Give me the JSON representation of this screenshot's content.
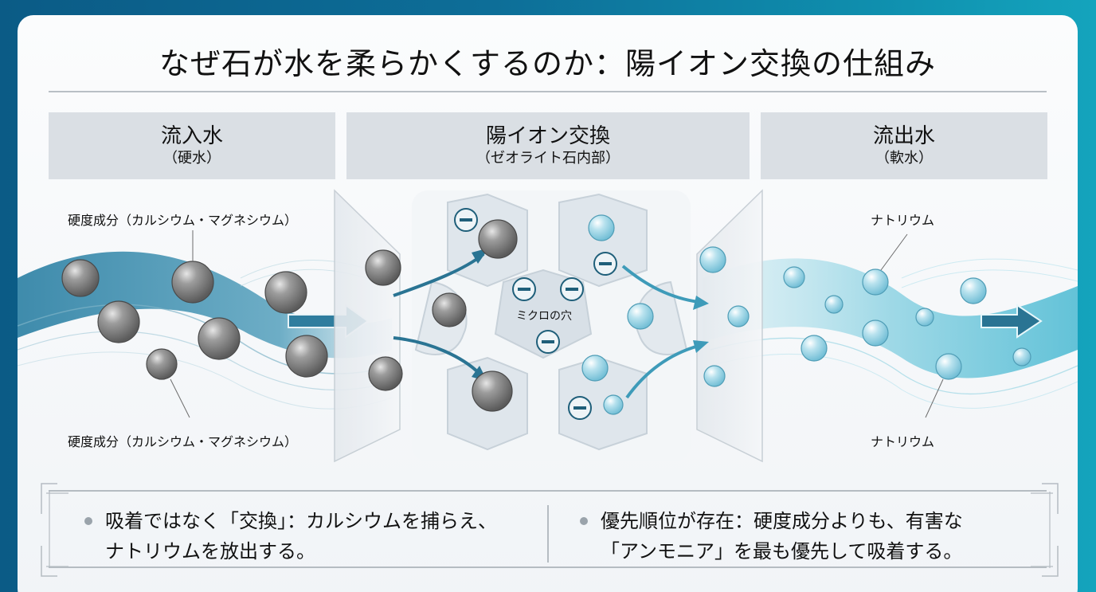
{
  "title": "なぜ石が水を柔らかくするのか：陽イオン交換の仕組み",
  "columns": [
    {
      "title": "流入水",
      "subtitle": "（硬水）"
    },
    {
      "title": "陽イオン交換",
      "subtitle": "（ゼオライト石内部）"
    },
    {
      "title": "流出水",
      "subtitle": "（軟水）"
    }
  ],
  "labels": {
    "hardness_top": "硬度成分（カルシウム・マグネシウム）",
    "hardness_bottom": "硬度成分（カルシウム・マグネシウム）",
    "pore": "ミクロの穴",
    "sodium_top": "ナトリウム",
    "sodium_bottom": "ナトリウム"
  },
  "bullets": [
    {
      "line1": "吸着ではなく「交換」：カルシウムを捕らえ、",
      "line2": "ナトリウムを放出する。"
    },
    {
      "line1": "優先順位が存在：硬度成分よりも、有害な",
      "line2": "「アンモニア」を最も優先して吸着する。"
    }
  ],
  "icons": {
    "hard_ion": "gray-sphere",
    "sodium_ion": "light-blue-bubble",
    "negative_site": "minus-circle",
    "flow_arrow": "right-arrow"
  },
  "colors": {
    "background_left": "#0b5b86",
    "background_right": "#14a4bd",
    "inflow_water": "#2f86a8",
    "outflow_water": "#6cc8dc",
    "arrow": "#2a7493",
    "header_bg": "#dadfe4"
  }
}
